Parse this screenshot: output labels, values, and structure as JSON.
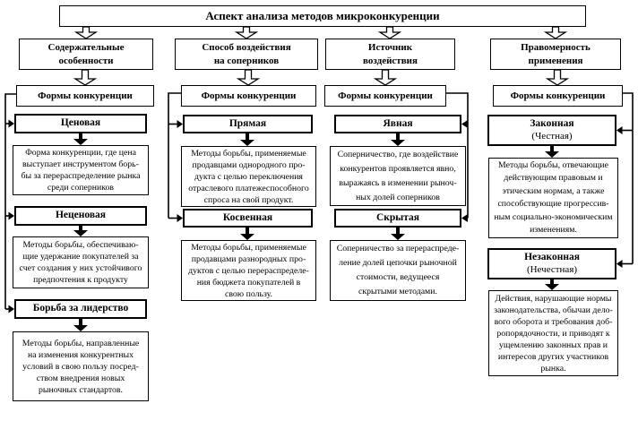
{
  "title": "Аспект анализа методов микроконкуренции",
  "columns": [
    {
      "header": "Содержательные\nособенности",
      "forms_label": "Формы конкуренции",
      "items": [
        {
          "heading": "Ценовая",
          "description": "Форма конкуренции, где цена\nвыступает инструментом борь-\nбы за перераспределение рынка\nсреди соперников"
        },
        {
          "heading": "Неценовая",
          "description": "Методы борьбы, обеспечиваю-\nщие удержание покупателей за\nсчет создания у них устойчивого\nпредпочтения к продукту"
        },
        {
          "heading": "Борьба за лидерство",
          "description": "Методы борьбы, направленные\nна изменения конкурентных\nусловий в свою пользу посред-\nством внедрения новых\nрыночных стандартов."
        }
      ]
    },
    {
      "header": "Способ воздействия\nна соперников",
      "forms_label": "Формы конкуренции",
      "items": [
        {
          "heading": "Прямая",
          "description": "Методы борьбы, применяемые\nпродавцами однородного про-\nдукта с целью переключения\nотраслевого платежеспособного\nспроса на свой продукт."
        },
        {
          "heading": "Косвенная",
          "description": "Методы борьбы, применяемые\nпродавцами разнородных про-\nдуктов с целью перераспределе-\nния бюджета покупателей в\nсвою пользу."
        }
      ]
    },
    {
      "header": "Источник\nвоздействия",
      "forms_label": "Формы конкуренции",
      "items": [
        {
          "heading": "Явная",
          "description": "Соперничество, где воздействие\nконкурентов проявляется явно,\nвыражаясь в изменении рыноч-\nных долей соперников"
        },
        {
          "heading": "Скрытая",
          "description": "Соперничество за перераспреде-\nление долей цепочки рыночной\nстоимости, ведущееся\nскрытыми методами."
        }
      ]
    },
    {
      "header": "Правомерность\nприменения",
      "forms_label": "Формы конкуренции",
      "items": [
        {
          "heading": "Законная",
          "subheading": "(Честная)",
          "description": "Методы борьбы, отвечающие\nдействующим правовым и\nэтическим нормам, а также\nспособствующие прогрессив-\nным социально-экономическим\nизменениям."
        },
        {
          "heading": "Незаконная",
          "subheading": "(Нечестная)",
          "description": "Действия, нарушающие нормы\nзаконодательства, обычаи дело-\nвого оборота и требования доб-\nропорядочности, и приводят к\nущемлению законных прав и\nинтересов других участников\nрынка."
        }
      ]
    }
  ],
  "colors": {
    "line": "#000000",
    "box_bg": "#ffffff",
    "text": "#000000"
  }
}
